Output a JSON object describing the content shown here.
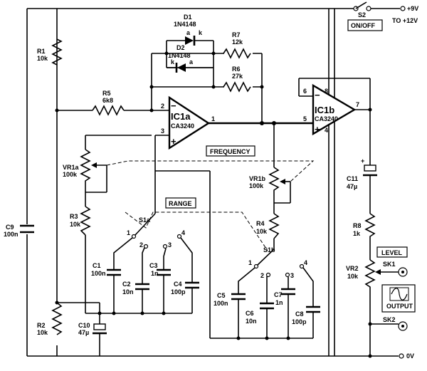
{
  "supply": {
    "label": "+9V",
    "sub": "TO +12V",
    "zero": "0V",
    "switch": "S2",
    "switch_box": "ON/OFF"
  },
  "opamps": {
    "a": {
      "name": "IC1a",
      "type": "CA3240",
      "pins": [
        "2",
        "3",
        "1"
      ]
    },
    "b": {
      "name": "IC1b",
      "type": "CA3240",
      "pins": [
        "6",
        "8",
        "5",
        "4",
        "7"
      ]
    }
  },
  "resistors": {
    "r1": {
      "name": "R1",
      "value": "10k"
    },
    "r2": {
      "name": "R2",
      "value": "10k"
    },
    "r3": {
      "name": "R3",
      "value": "10k"
    },
    "r4": {
      "name": "R4",
      "value": "10k"
    },
    "r5": {
      "name": "R5",
      "value": "6k8"
    },
    "r6": {
      "name": "R6",
      "value": "27k"
    },
    "r7": {
      "name": "R7",
      "value": "12k"
    },
    "r8": {
      "name": "R8",
      "value": "1k"
    }
  },
  "diodes": {
    "d1": {
      "name": "D1",
      "type": "1N4148"
    },
    "d2": {
      "name": "D2",
      "type": "1N4148"
    },
    "anode": "a",
    "cathode": "k"
  },
  "pots": {
    "vr1a": {
      "name": "VR1a",
      "value": "100k"
    },
    "vr1b": {
      "name": "VR1b",
      "value": "100k"
    },
    "vr2": {
      "name": "VR2",
      "value": "10k"
    }
  },
  "capacitors": {
    "c1": {
      "name": "C1",
      "value": "100n"
    },
    "c2": {
      "name": "C2",
      "value": "10n"
    },
    "c3": {
      "name": "C3",
      "value": "1n"
    },
    "c4": {
      "name": "C4",
      "value": "100p"
    },
    "c5": {
      "name": "C5",
      "value": "100n"
    },
    "c6": {
      "name": "C6",
      "value": "10n"
    },
    "c7": {
      "name": "C7",
      "value": "1n"
    },
    "c8": {
      "name": "C8",
      "value": "100p"
    },
    "c9": {
      "name": "C9",
      "value": "100n"
    },
    "c10": {
      "name": "C10",
      "value": "47µ"
    },
    "c11": {
      "name": "C11",
      "value": "47µ"
    }
  },
  "switches": {
    "s1a": "S1a",
    "s1b": "S1b",
    "positions": [
      "1",
      "2",
      "3",
      "4"
    ]
  },
  "sockets": {
    "sk1": "SK1",
    "sk2": "SK2"
  },
  "boxes": {
    "frequency": "FREQUENCY",
    "range": "RANGE",
    "level": "LEVEL",
    "output": "OUTPUT"
  },
  "polarity": {
    "minus": "−",
    "plus": "+"
  }
}
